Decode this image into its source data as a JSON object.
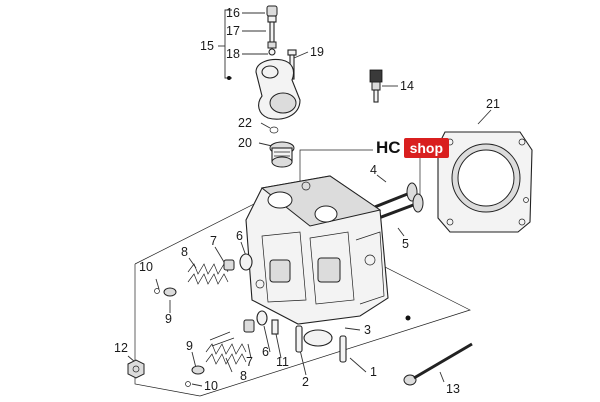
{
  "logo": {
    "left": "HC",
    "right": "shop",
    "accent": "#d91f1f"
  },
  "callouts": [
    {
      "id": "16",
      "text": "16"
    },
    {
      "id": "17",
      "text": "17"
    },
    {
      "id": "15",
      "text": "15"
    },
    {
      "id": "18",
      "text": "18"
    },
    {
      "id": "19",
      "text": "19"
    },
    {
      "id": "14",
      "text": "14"
    },
    {
      "id": "21",
      "text": "21"
    },
    {
      "id": "22",
      "text": "22"
    },
    {
      "id": "20",
      "text": "20"
    },
    {
      "id": "4",
      "text": "4"
    },
    {
      "id": "5",
      "text": "5"
    },
    {
      "id": "8a",
      "text": "8"
    },
    {
      "id": "7a",
      "text": "7"
    },
    {
      "id": "6a",
      "text": "6"
    },
    {
      "id": "10a",
      "text": "10"
    },
    {
      "id": "9a",
      "text": "9"
    },
    {
      "id": "3",
      "text": "3"
    },
    {
      "id": "12",
      "text": "12"
    },
    {
      "id": "9b",
      "text": "9"
    },
    {
      "id": "7b",
      "text": "7"
    },
    {
      "id": "6b",
      "text": "6"
    },
    {
      "id": "11",
      "text": "11"
    },
    {
      "id": "2",
      "text": "2"
    },
    {
      "id": "1",
      "text": "1"
    },
    {
      "id": "8b",
      "text": "8"
    },
    {
      "id": "10b",
      "text": "10"
    },
    {
      "id": "13",
      "text": "13"
    }
  ]
}
